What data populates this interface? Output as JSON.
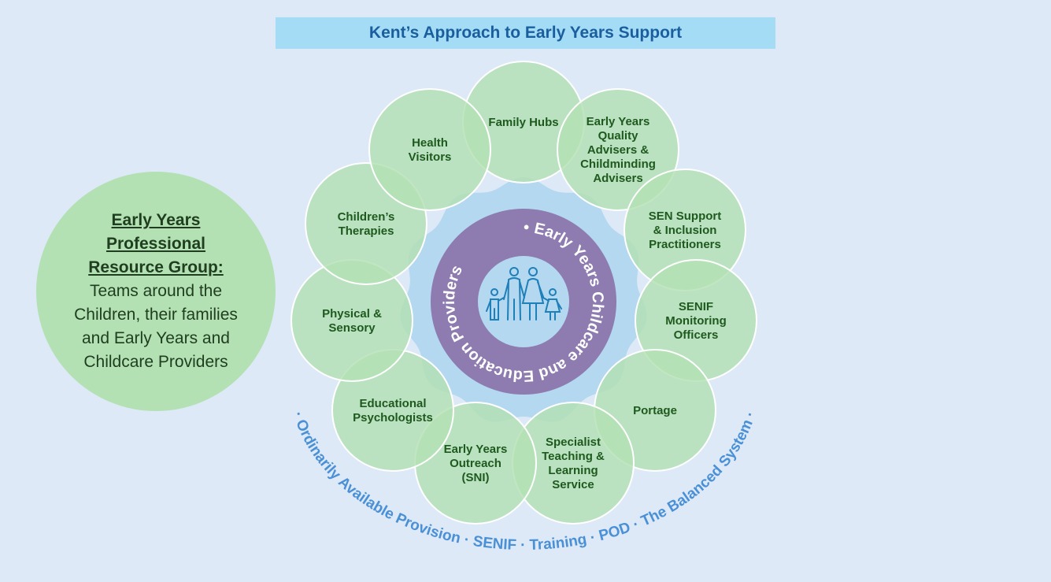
{
  "title": "Kent’s Approach to Early Years Support",
  "resource_group": {
    "heading": "Early Years Professional Resource Group:",
    "body": "Teams around the Children, their families and Early Years and Childcare Providers"
  },
  "centre": {
    "ring_text": "• Early Years Childcare and Education Providers",
    "icon": "family-icon"
  },
  "services": [
    {
      "id": "family-hubs",
      "lines": [
        "Family Hubs"
      ]
    },
    {
      "id": "early-years-quality-advisers",
      "lines": [
        "Early Years",
        "Quality",
        "Advisers &",
        "Childminding",
        "Advisers"
      ]
    },
    {
      "id": "sen-support",
      "lines": [
        "SEN Support",
        "& Inclusion",
        "Practitioners"
      ]
    },
    {
      "id": "senif-monitoring",
      "lines": [
        "SENIF",
        "Monitoring",
        "Officers"
      ]
    },
    {
      "id": "portage",
      "lines": [
        "Portage"
      ]
    },
    {
      "id": "specialist-teaching",
      "lines": [
        "Specialist",
        "Teaching &",
        "Learning",
        "Service"
      ]
    },
    {
      "id": "early-years-outreach",
      "lines": [
        "Early Years",
        "Outreach",
        "(SNI)"
      ]
    },
    {
      "id": "educational-psychologists",
      "lines": [
        "Educational",
        "Psychologists"
      ]
    },
    {
      "id": "physical-sensory",
      "lines": [
        "Physical &",
        "Sensory"
      ]
    },
    {
      "id": "childrens-therapies",
      "lines": [
        "Children’s",
        "Therapies"
      ]
    },
    {
      "id": "health-visitors",
      "lines": [
        "Health",
        "Visitors"
      ]
    }
  ],
  "outer_arc_text": "· Ordinarily Available Provision · SENIF · Training · POD · The Balanced System ·",
  "colors": {
    "background": "#dde9f6",
    "title_bar": "#a4dcf6",
    "title_text": "#1b5e9e",
    "service_circle": "#b3e1b3",
    "service_text": "#1e5a1e",
    "centre_flower": "#b3d8f0",
    "centre_ring": "#8e7bb0",
    "arc_text": "#4a90d6"
  }
}
